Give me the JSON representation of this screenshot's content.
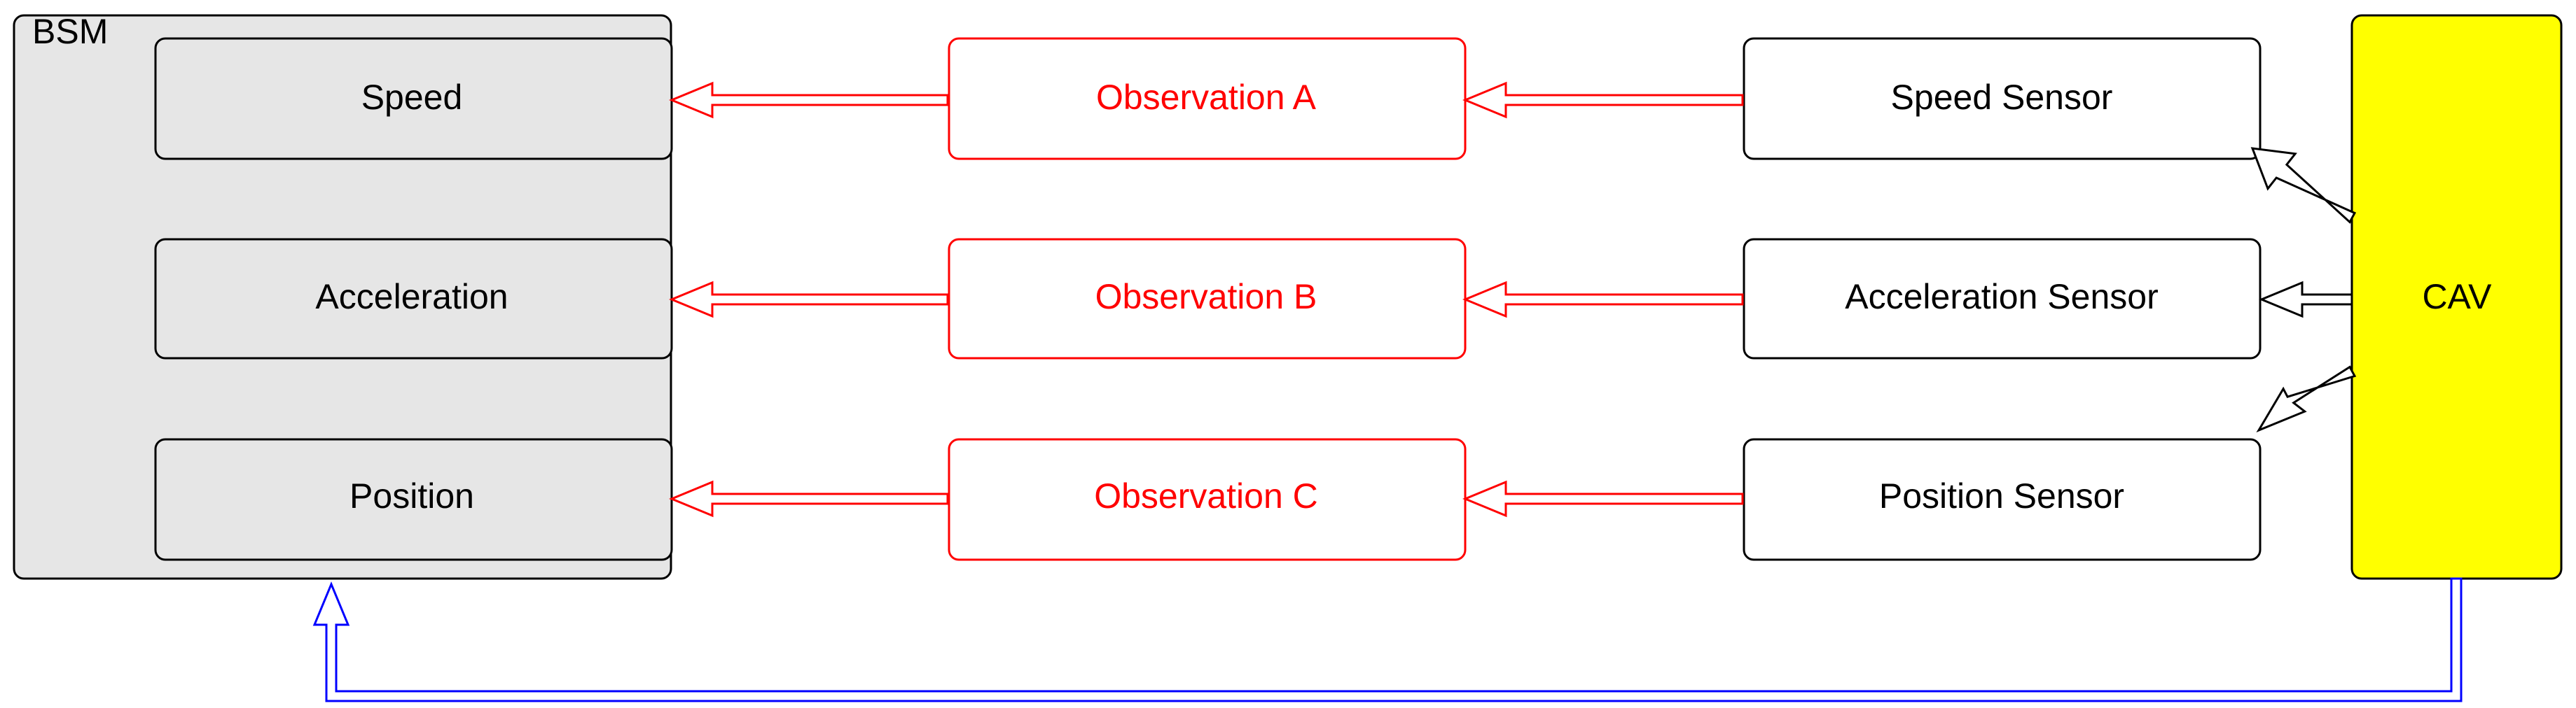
{
  "colors": {
    "background": "#ffffff",
    "bsm_fill": "#e6e6e6",
    "box_stroke": "#000000",
    "observation": "#ff0000",
    "cav_fill": "#ffff00",
    "feedback_arrow": "#0000ff",
    "sensor_arrow": "#000000"
  },
  "bsm": {
    "title": "BSM",
    "fields": {
      "speed": "Speed",
      "acceleration": "Acceleration",
      "position": "Position"
    }
  },
  "observations": {
    "a": "Observation A",
    "b": "Observation B",
    "c": "Observation C"
  },
  "sensors": {
    "speed": "Speed Sensor",
    "acceleration": "Acceleration Sensor",
    "position": "Position Sensor"
  },
  "cav": {
    "label": "CAV"
  },
  "arrow_style": "double-line hollow arrow"
}
